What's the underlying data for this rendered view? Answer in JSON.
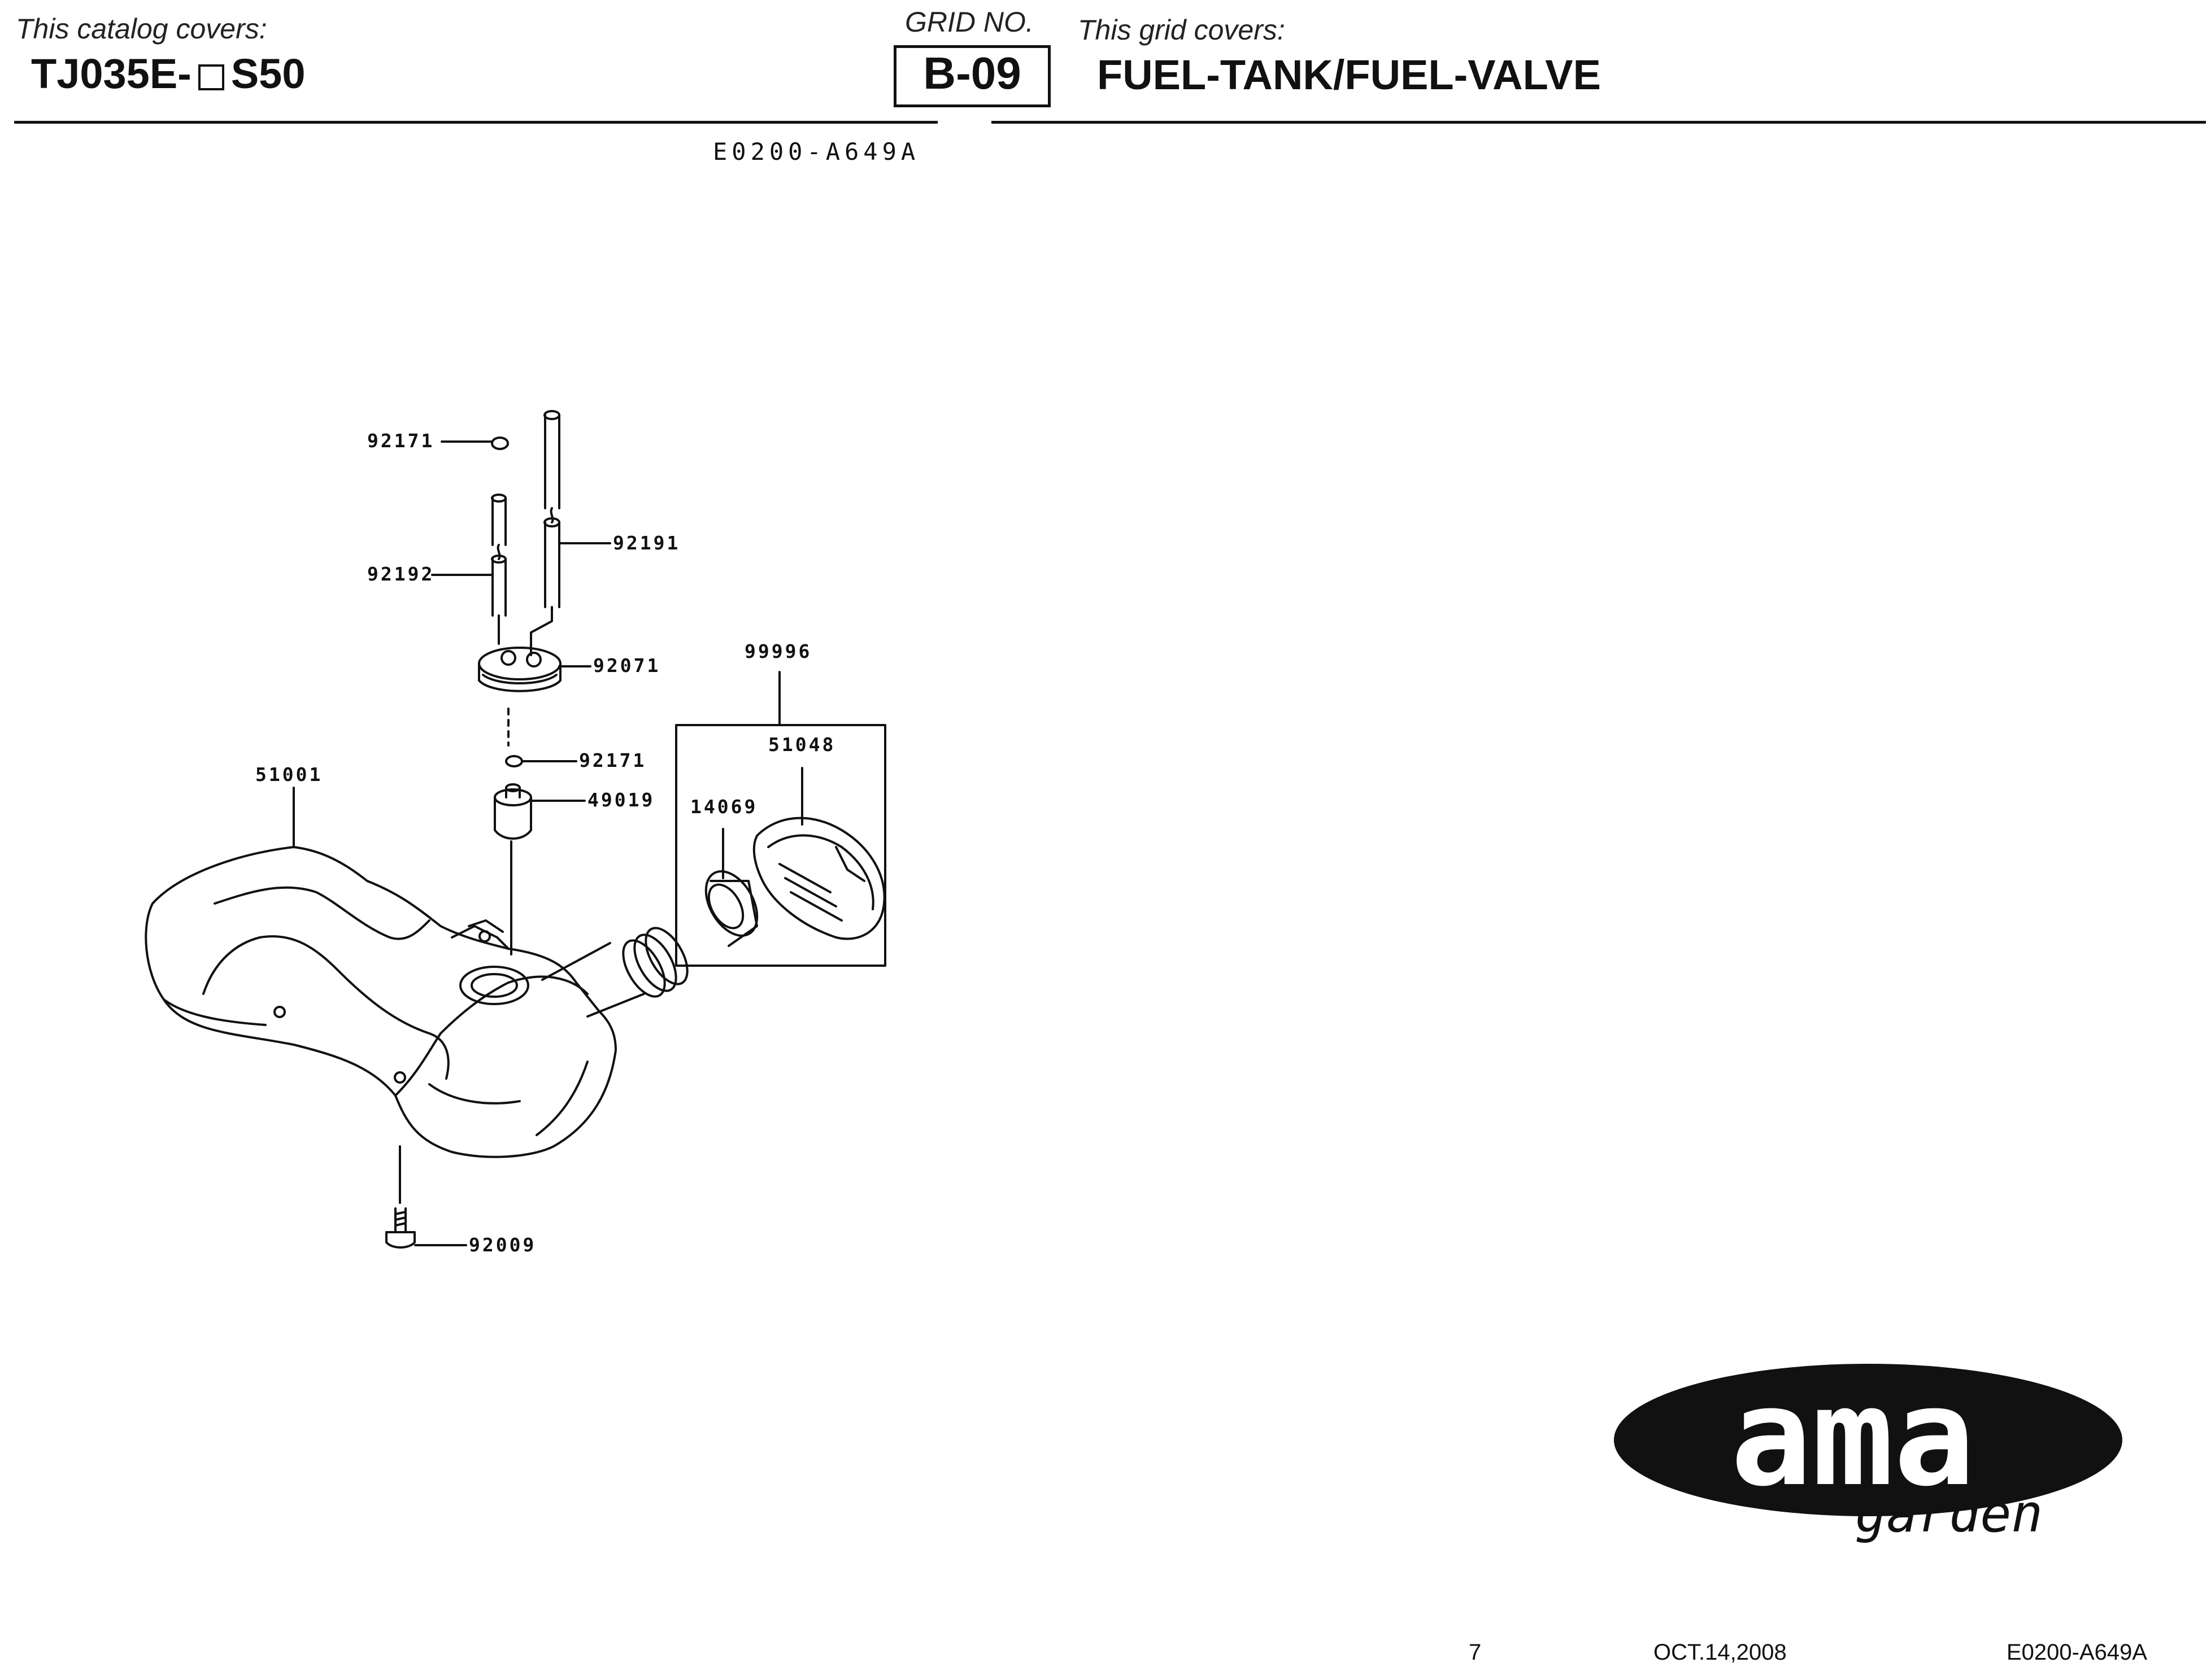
{
  "header": {
    "catalog_covers_label": "This catalog covers:",
    "model_prefix": "TJ035E-",
    "model_suffix": "S50",
    "grid_no_label": "GRID NO.",
    "grid_no": "B-09",
    "grid_covers_label": "This grid covers:",
    "grid_title": "FUEL-TANK/FUEL-VALVE"
  },
  "diagram": {
    "drawing_code": "E0200-A649A",
    "parts": {
      "p92171_top": "92171",
      "p92192": "92192",
      "p92191": "92191",
      "p92071": "92071",
      "p99996": "99996",
      "p92171_mid": "92171",
      "p51048": "51048",
      "p51001": "51001",
      "p49019": "49019",
      "p14069": "14069",
      "p92009": "92009"
    }
  },
  "logo": {
    "brand": "ama",
    "sub": "garden"
  },
  "footer": {
    "page_number": "7",
    "date": "OCT.14,2008",
    "doc_code": "E0200-A649A"
  }
}
